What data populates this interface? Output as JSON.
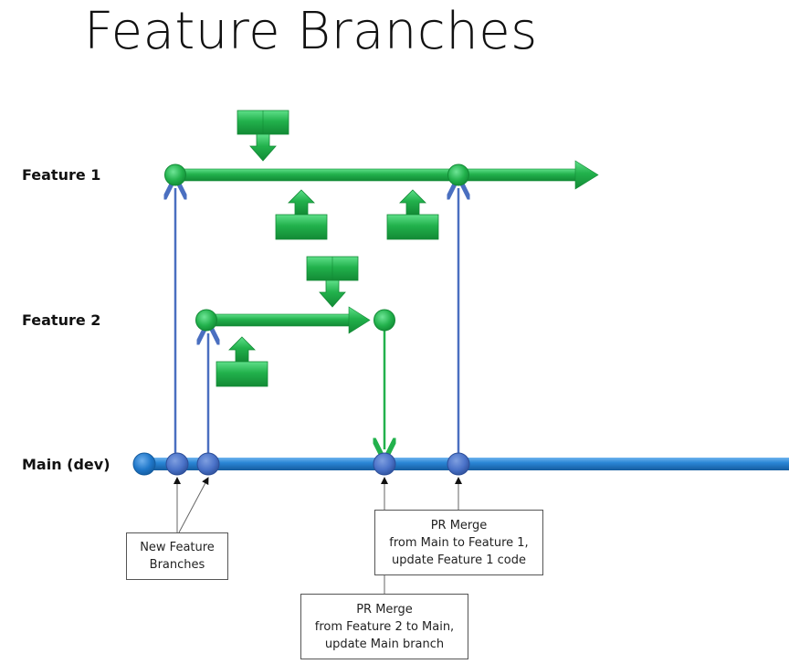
{
  "title": "Feature Branches",
  "branches": {
    "feature1": {
      "label": "Feature 1"
    },
    "feature2": {
      "label": "Feature 2"
    },
    "main": {
      "label": "Main (dev)"
    }
  },
  "callouts": {
    "new_branches": {
      "lines": [
        "New Feature",
        "Branches"
      ]
    },
    "merge_main_to_f1": {
      "lines": [
        "PR Merge",
        "from Main to Feature 1,",
        "update Feature 1 code"
      ]
    },
    "merge_f2_to_main": {
      "lines": [
        "PR Merge",
        "from Feature 2 to Main,",
        "update Main branch"
      ]
    }
  },
  "icons": {
    "feature1_pull": "pull-down-icon",
    "feature1_push_1": "push-up-icon",
    "feature1_push_2": "push-up-icon",
    "feature2_pull": "pull-down-icon",
    "feature2_push": "push-up-icon"
  },
  "colors": {
    "feature": "#22b14c",
    "feature_dark": "#138a36",
    "main": "#1f77c9",
    "main_dark": "#145b9e",
    "main_node": "#4a72c8",
    "connector": "#4a6fc0",
    "text": "#111111"
  }
}
